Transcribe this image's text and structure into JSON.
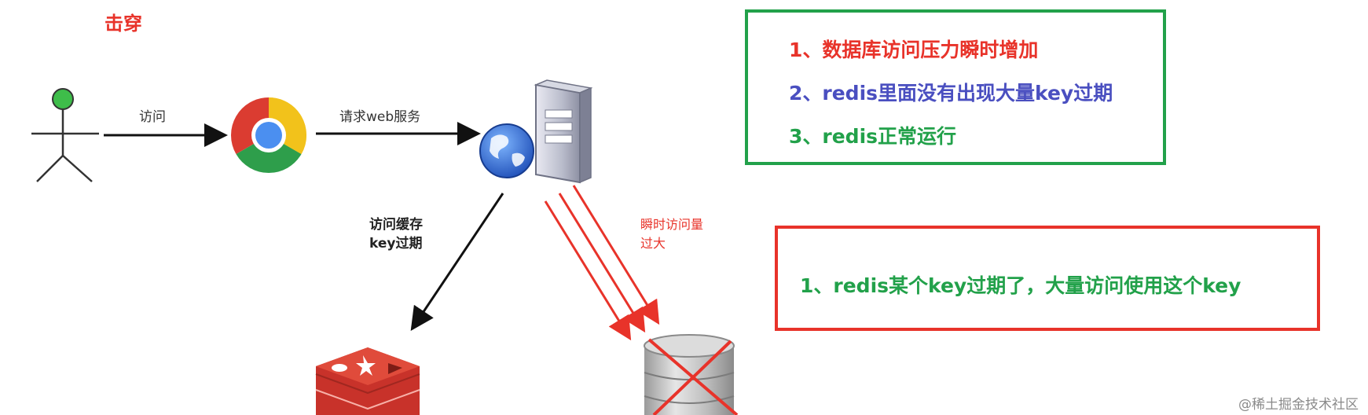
{
  "title": "击穿",
  "labels": {
    "user_to_browser": "访问",
    "browser_to_server": "请求web服务",
    "cache_access_line1": "访问缓存",
    "cache_access_line2": "key过期",
    "instant_line1": "瞬时访问量",
    "instant_line2": "过大"
  },
  "causes_box": {
    "border_color": "#22a14a",
    "items": [
      {
        "text": "1、数据库访问压力瞬时增加",
        "color": "#e8332a"
      },
      {
        "text": "2、redis里面没有出现大量key过期",
        "color": "#4a4fc0"
      },
      {
        "text": "3、redis正常运行",
        "color": "#22a14a"
      }
    ]
  },
  "explain_box": {
    "border_color": "#e8332a",
    "text": "1、redis某个key过期了，大量访问使用这个key"
  },
  "watermark": "@稀土掘金技术社区",
  "icons": {
    "user": "stick-figure-icon",
    "browser": "chrome-browser-icon",
    "server": "web-server-icon",
    "cache": "redis-icon",
    "database": "database-icon"
  },
  "colors": {
    "red": "#e8332a",
    "green": "#22a14a",
    "blue": "#4a4fc0",
    "black": "#111111"
  }
}
